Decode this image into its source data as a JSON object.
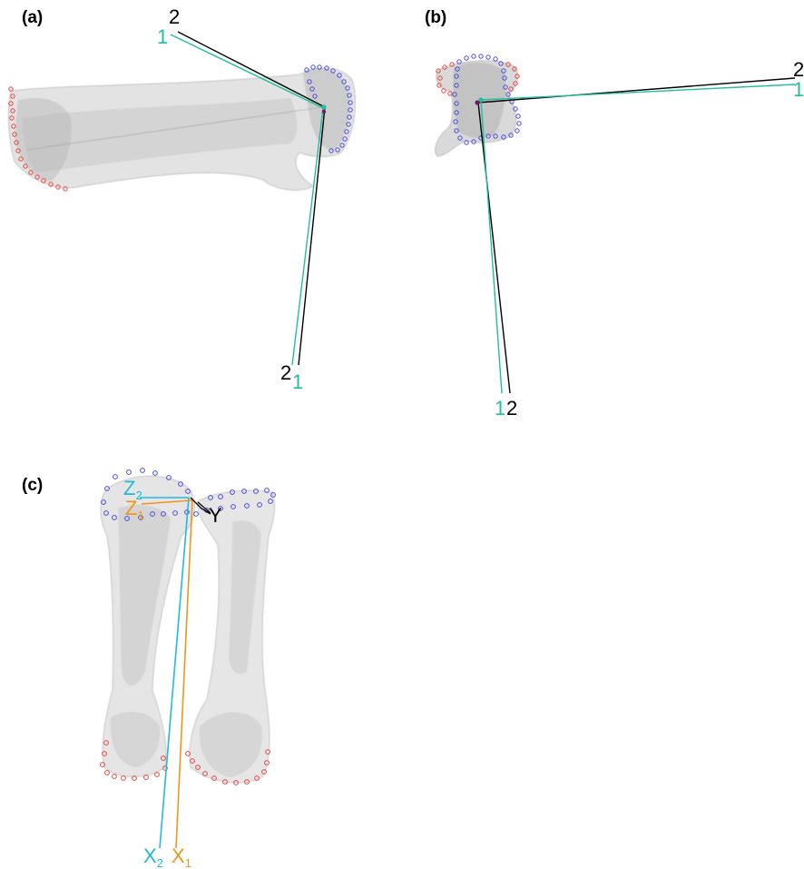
{
  "panels": {
    "a": {
      "label": "(a)"
    },
    "b": {
      "label": "(b)"
    },
    "c": {
      "label": "(c)"
    }
  },
  "axis_labels": {
    "system2": "2",
    "system1": "1",
    "x2": {
      "main": "X",
      "sub": "2"
    },
    "x1": {
      "main": "X",
      "sub": "1"
    },
    "z2": {
      "main": "Z",
      "sub": "2"
    },
    "z1": {
      "main": "Z",
      "sub": "1"
    },
    "y": "Y"
  },
  "colors": {
    "system1": "#1fbf9f",
    "system2": "#000000",
    "x2_z2": "#22b8e0",
    "x1_z1": "#f0951c",
    "landmark_proximal": "#4a4adf",
    "landmark_distal": "#e8473c",
    "bone": "#d6d6d6",
    "origin": "#6b1a6b"
  },
  "icons": {
    "bone": "bone-mesh-icon",
    "landmark": "landmark-circle-icon"
  }
}
